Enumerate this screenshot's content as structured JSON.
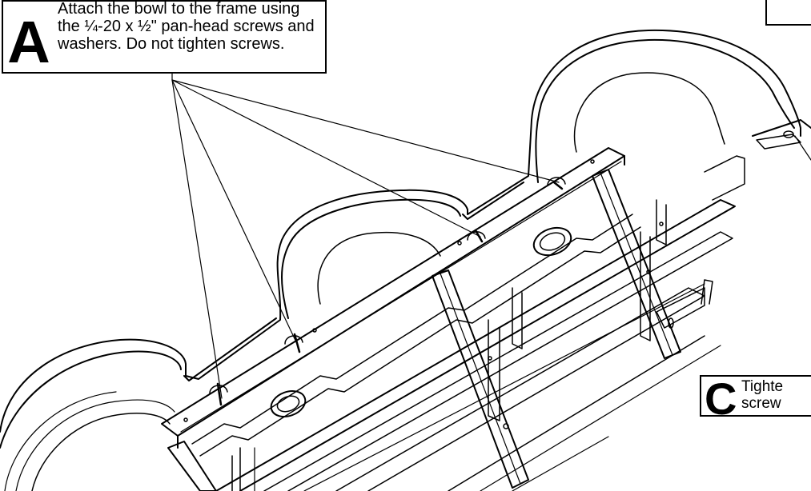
{
  "callout_a": {
    "letter": "A",
    "lines": [
      "Attach the bowl to the frame using",
      "the ¼-20 x ½\" pan-head screws and",
      "washers.  Do not tighten screws."
    ]
  },
  "callout_c": {
    "letter": "C",
    "lines": [
      "Tighte",
      "screw"
    ]
  },
  "colors": {
    "ink": "#000000",
    "paper": "#ffffff"
  }
}
